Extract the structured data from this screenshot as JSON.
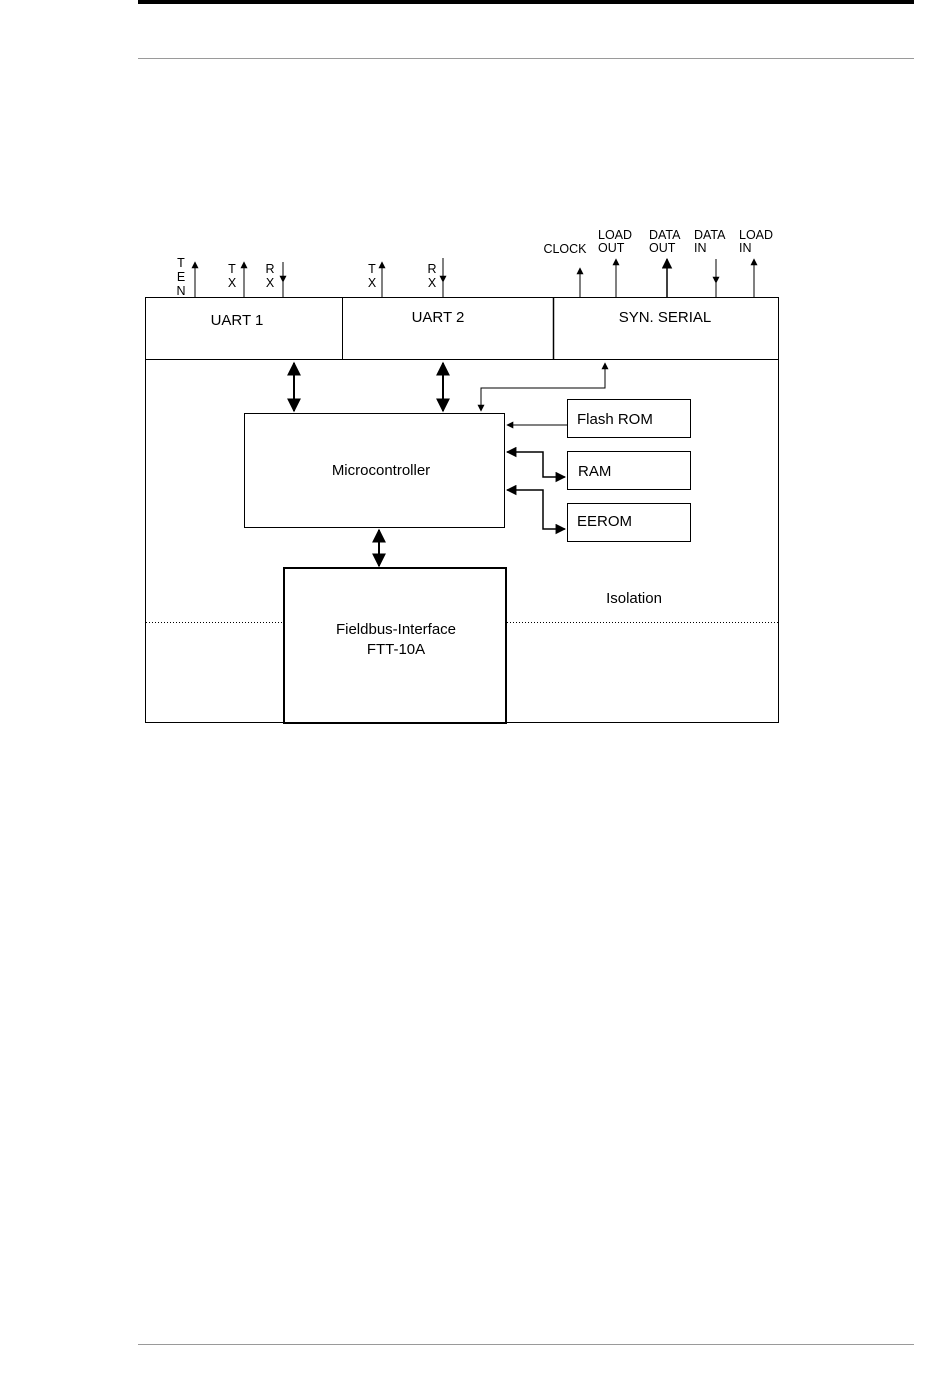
{
  "diagram": {
    "blocks": {
      "uart1": "UART 1",
      "uart2": "UART 2",
      "syn_serial": "SYN. SERIAL",
      "microcontroller": "Microcontroller",
      "flash_rom": "Flash ROM",
      "ram": "RAM",
      "eerom": "EEROM",
      "fieldbus_line1": "Fieldbus-Interface",
      "fieldbus_line2": "FTT-10A",
      "isolation": "Isolation"
    },
    "signals": {
      "ten": [
        "T",
        "E",
        "N"
      ],
      "uart1_tx": [
        "T",
        "X"
      ],
      "uart1_rx": [
        "R",
        "X"
      ],
      "uart2_tx": [
        "T",
        "X"
      ],
      "uart2_rx": [
        "R",
        "X"
      ],
      "clock": "CLOCK",
      "load_out": [
        "LOAD",
        "OUT"
      ],
      "data_out": [
        "DATA",
        "OUT"
      ],
      "data_in": [
        "DATA",
        "IN"
      ],
      "load_in": [
        "LOAD",
        "IN"
      ]
    }
  }
}
